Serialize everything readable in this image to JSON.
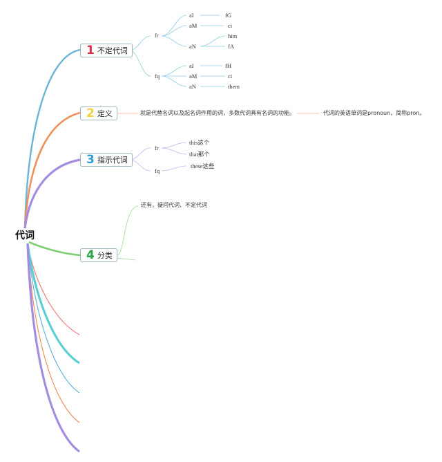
{
  "root": {
    "label": "代词"
  },
  "colors": {
    "branch1": "#6ab4d8",
    "branch2": "#f0905c",
    "branch3": "#a48ce0",
    "branch4": "#7fcf72",
    "num1": "#d9304a",
    "num2": "#f3cf3d",
    "num3": "#2f9bd3",
    "num4": "#2aa345"
  },
  "topics": [
    {
      "num": "1",
      "label": "不定代词"
    },
    {
      "num": "2",
      "label": "定义"
    },
    {
      "num": "3",
      "label": "指示代词"
    },
    {
      "num": "4",
      "label": "分类"
    }
  ],
  "t1": {
    "fr": "fr",
    "fr_a": [
      "aI",
      "aM",
      "aN"
    ],
    "fr_b": [
      "fG",
      "ci",
      "him",
      "fA"
    ],
    "fq": "fq",
    "fq_a": [
      "aI",
      "aM",
      "aN"
    ],
    "fq_b": [
      "fH",
      "ci",
      "them"
    ]
  },
  "t2": {
    "definition": "就是代替名词以及起名词作用的词，多数代词具有名词的功能。",
    "note": "代词的英语单词是pronoun，简称pron。"
  },
  "t3": {
    "fr": "fr",
    "fr_items": [
      "this这个",
      "that那个"
    ],
    "fq": "fq",
    "fq_items": [
      "these这些"
    ]
  },
  "t4": {
    "note": "还有，疑问代词、不定代词"
  }
}
